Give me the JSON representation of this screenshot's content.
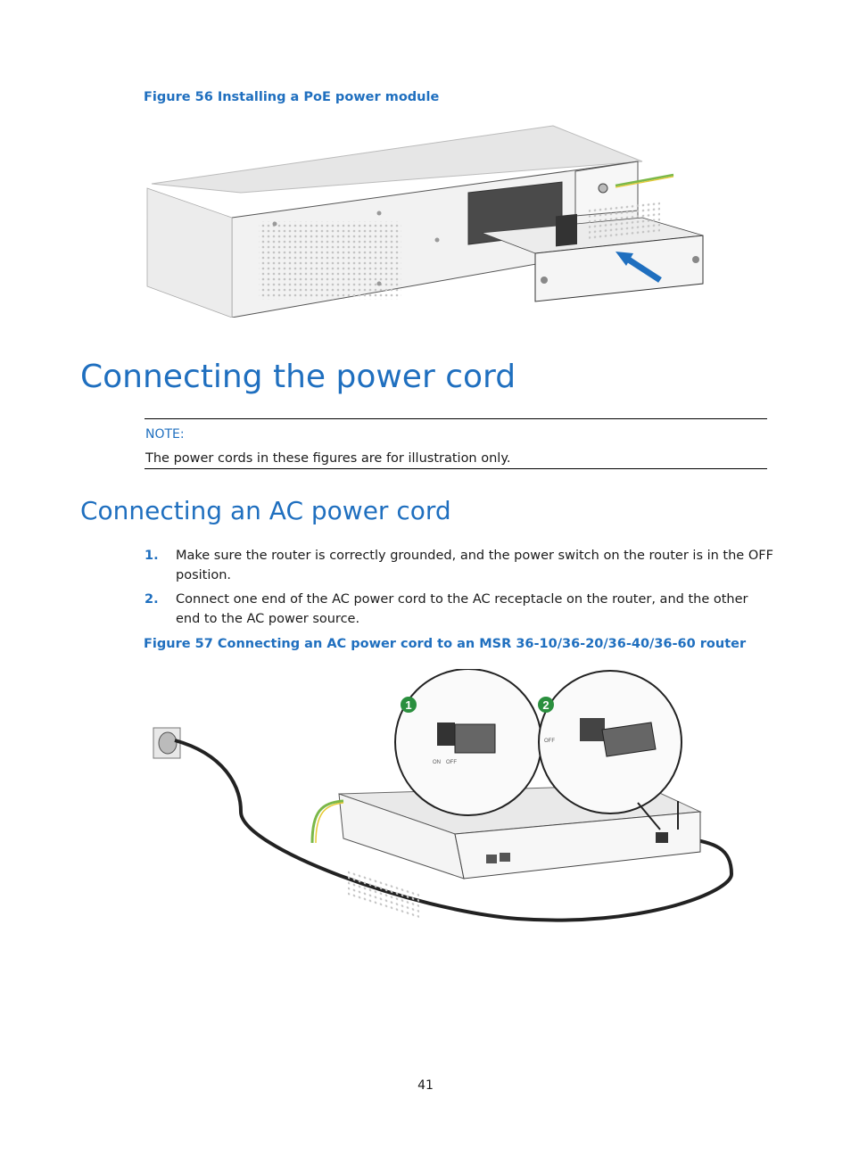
{
  "figure56": {
    "caption": "Figure 56 Installing a PoE power module"
  },
  "section": {
    "title": "Connecting the power cord"
  },
  "note": {
    "label": "NOTE:",
    "text": "The power cords in these figures are for illustration only."
  },
  "subsection": {
    "title": "Connecting an AC power cord"
  },
  "steps": [
    {
      "number": "1.",
      "text": "Make sure the router is correctly grounded, and the power switch on the router is in the OFF position."
    },
    {
      "number": "2.",
      "text": "Connect one end of the AC power cord to the AC receptacle on the router, and the other end to the AC power source."
    }
  ],
  "figure57": {
    "caption": "Figure 57 Connecting an AC power cord to an MSR 36-10/36-20/36-40/36-60 router",
    "callouts": [
      "1",
      "2"
    ],
    "switch_labels": {
      "on": "ON",
      "off": "OFF"
    }
  },
  "page_number": "41",
  "colors": {
    "accent": "#1f6fbf",
    "callout": "#2a8f3e",
    "ground_wire": "#7bb848"
  }
}
